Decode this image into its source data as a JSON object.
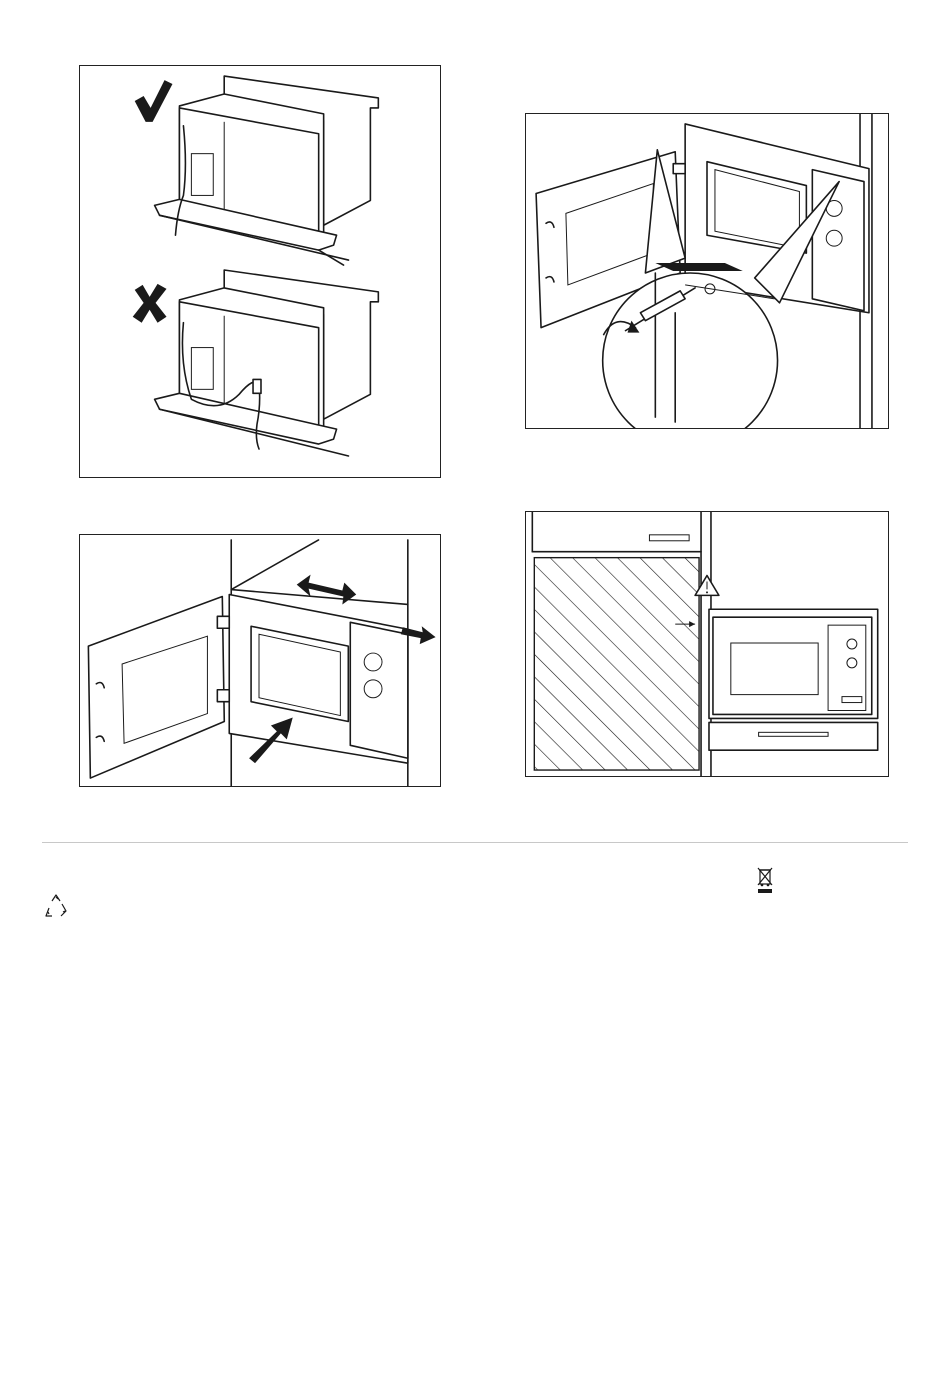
{
  "figures": [
    {
      "id": "power-cable-routing",
      "markers": [
        "correct-check-icon",
        "wrong-cross-icon"
      ]
    },
    {
      "id": "screw-fixing-detail",
      "markers": [
        "rotation-arrow-icon"
      ]
    },
    {
      "id": "slide-into-cabinet",
      "markers": [
        "push-arrow-icon",
        "adjust-arrow-icon"
      ]
    },
    {
      "id": "clearance-from-adjacent-unit",
      "markers": [
        "warning-triangle-icon"
      ]
    }
  ],
  "symbols": {
    "weee": "crossed-bin-icon",
    "recycling": "recycle-icon"
  },
  "colors": {
    "line": "#1a1a1a",
    "rule": "#c8c8c8",
    "background": "#ffffff"
  }
}
